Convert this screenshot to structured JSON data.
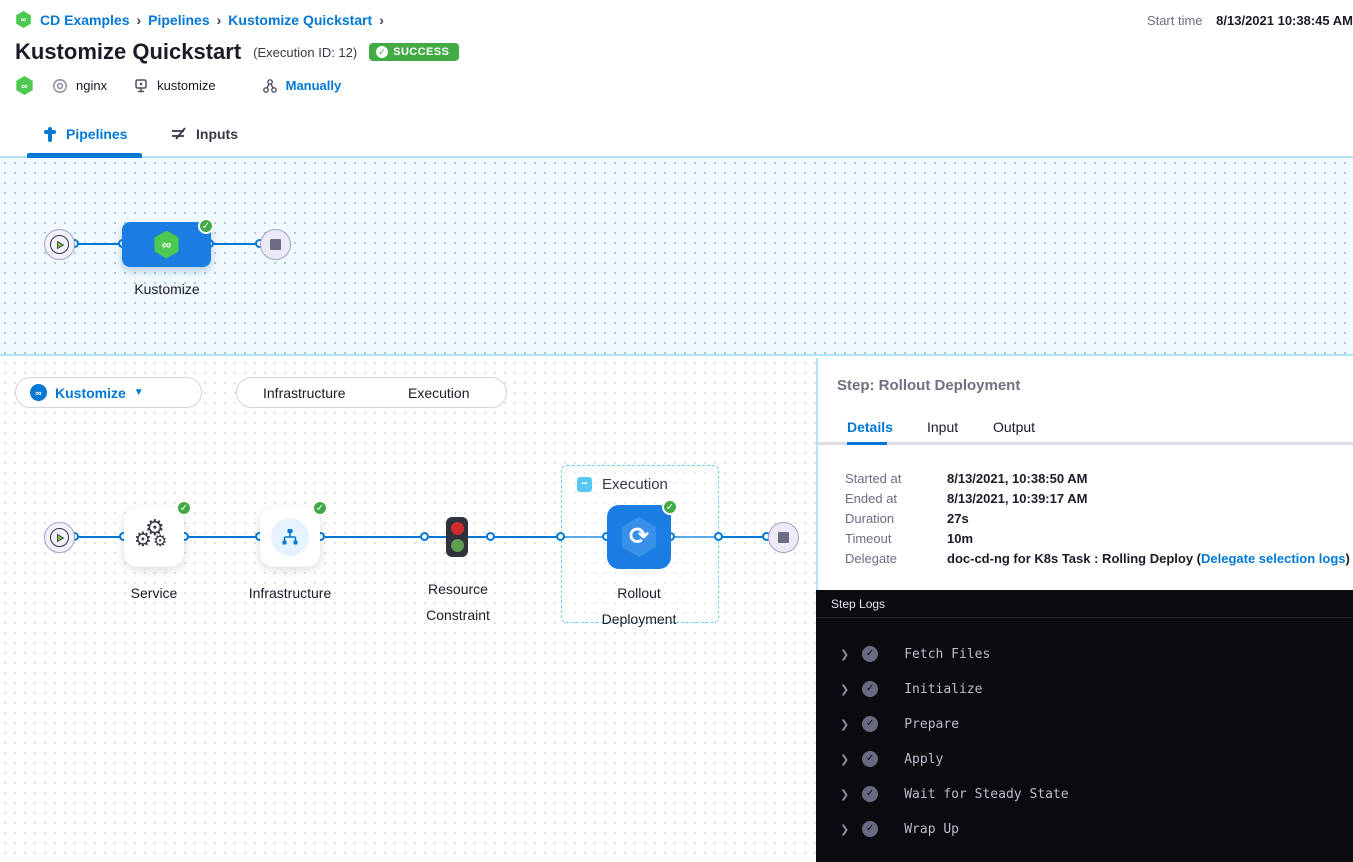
{
  "colors": {
    "accent": "#0278d5",
    "success": "#42ab45",
    "node_blue": "#1a7de2",
    "canvas_border": "#b3e3f6"
  },
  "breadcrumb": {
    "items": [
      "CD Examples",
      "Pipelines",
      "Kustomize Quickstart"
    ],
    "separator": "›"
  },
  "header": {
    "start_time_label": "Start time",
    "start_time_value": "8/13/2021 10:38:45 AM",
    "title": "Kustomize Quickstart",
    "execution_id": "(Execution ID: 12)",
    "status_badge": "SUCCESS",
    "service_name": "nginx",
    "environment_name": "kustomize",
    "trigger_label": "Manually"
  },
  "nav_tabs": {
    "pipelines": "Pipelines",
    "inputs": "Inputs"
  },
  "stage_graph": {
    "stage_label": "Kustomize"
  },
  "execution_view": {
    "stage_selector_label": "Kustomize",
    "view_toggle": {
      "left": "Infrastructure",
      "right": "Execution"
    },
    "group_label": "Execution",
    "nodes": [
      {
        "label": "Service"
      },
      {
        "label": "Infrastructure"
      },
      {
        "label": "Resource Constraint"
      },
      {
        "label": "Rollout Deployment"
      }
    ]
  },
  "step_panel": {
    "title": "Step: Rollout Deployment",
    "tabs": [
      "Details",
      "Input",
      "Output"
    ],
    "active_tab": "Details",
    "details": [
      {
        "label": "Started at",
        "value": "8/13/2021, 10:38:50 AM"
      },
      {
        "label": "Ended at",
        "value": "8/13/2021, 10:39:17 AM"
      },
      {
        "label": "Duration",
        "value": "27s"
      },
      {
        "label": "Timeout",
        "value": "10m"
      }
    ],
    "delegate": {
      "label": "Delegate",
      "text_before": "doc-cd-ng for K8s Task : Rolling Deploy (",
      "link_text": "Delegate selection logs",
      "text_after": ")"
    }
  },
  "step_logs": {
    "title": "Step Logs",
    "sections": [
      {
        "label": "Fetch Files"
      },
      {
        "label": "Initialize"
      },
      {
        "label": "Prepare"
      },
      {
        "label": "Apply"
      },
      {
        "label": "Wait for Steady State"
      },
      {
        "label": "Wrap Up"
      }
    ]
  }
}
